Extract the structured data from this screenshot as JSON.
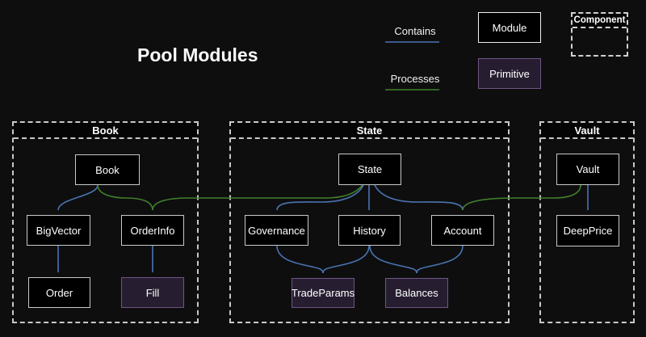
{
  "title": "Pool Modules",
  "colors": {
    "background": "#0e0e0f",
    "contains_blue": "#4a74b2",
    "processes_green": "#41802b",
    "module_fill": "#000000",
    "module_border": "#f0f0f0",
    "primitive_fill": "#261e30",
    "primitive_border": "#6f5584",
    "container_border": "#c8c8c8",
    "text": "#ffffff"
  },
  "legend": {
    "contains": "Contains",
    "processes": "Processes",
    "module": "Module",
    "primitive": "Primitive",
    "component": "Component"
  },
  "containers": {
    "book": {
      "label": "Book"
    },
    "state": {
      "label": "State"
    },
    "vault": {
      "label": "Vault"
    }
  },
  "nodes": {
    "book": {
      "label": "Book",
      "type": "module"
    },
    "bigvector": {
      "label": "BigVector",
      "type": "module"
    },
    "orderinfo": {
      "label": "OrderInfo",
      "type": "module"
    },
    "order": {
      "label": "Order",
      "type": "module"
    },
    "fill": {
      "label": "Fill",
      "type": "primitive"
    },
    "state": {
      "label": "State",
      "type": "module"
    },
    "governance": {
      "label": "Governance",
      "type": "module"
    },
    "history": {
      "label": "History",
      "type": "module"
    },
    "account": {
      "label": "Account",
      "type": "module"
    },
    "tradeparams": {
      "label": "TradeParams",
      "type": "primitive"
    },
    "balances": {
      "label": "Balances",
      "type": "primitive"
    },
    "vault": {
      "label": "Vault",
      "type": "module"
    },
    "deepprice": {
      "label": "DeepPrice",
      "type": "module"
    }
  },
  "edges": [
    {
      "from": "Book",
      "to": "BigVector",
      "type": "contains"
    },
    {
      "from": "BigVector",
      "to": "Order",
      "type": "contains"
    },
    {
      "from": "OrderInfo",
      "to": "Fill",
      "type": "contains"
    },
    {
      "from": "State",
      "to": "Governance",
      "type": "contains"
    },
    {
      "from": "State",
      "to": "History",
      "type": "contains"
    },
    {
      "from": "State",
      "to": "Account",
      "type": "contains"
    },
    {
      "from": "Governance",
      "to": "TradeParams",
      "type": "contains"
    },
    {
      "from": "History",
      "to": "TradeParams",
      "type": "contains"
    },
    {
      "from": "History",
      "to": "Balances",
      "type": "contains"
    },
    {
      "from": "Account",
      "to": "Balances",
      "type": "contains"
    },
    {
      "from": "Vault",
      "to": "DeepPrice",
      "type": "contains"
    },
    {
      "from": "Book",
      "to": "OrderInfo",
      "type": "processes"
    },
    {
      "from": "State",
      "to": "OrderInfo",
      "type": "processes"
    },
    {
      "from": "Vault",
      "to": "Account",
      "type": "processes"
    }
  ]
}
